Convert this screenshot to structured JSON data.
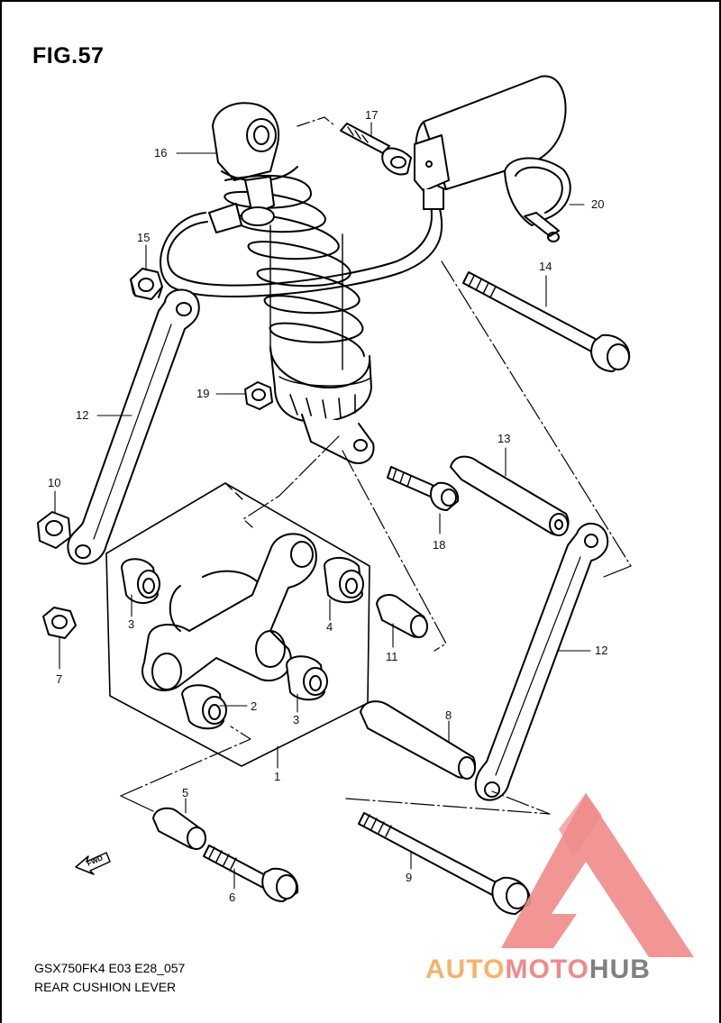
{
  "figure": {
    "title": "FIG.57",
    "model_code": "GSX750FK4 E03 E28_057",
    "caption": "REAR CUSHION LEVER",
    "fwd_label": "FWD"
  },
  "watermark": {
    "brand": "AUTOMOTOHUB",
    "colors": {
      "triangle": "#f08a8a",
      "auto": "#f7b26a",
      "moto": "#f08a8a",
      "hub": "#808080"
    }
  },
  "callouts": [
    {
      "id": "c1",
      "label": "1",
      "part": "cushion-lever"
    },
    {
      "id": "c2",
      "label": "2",
      "part": "bushing"
    },
    {
      "id": "c3a",
      "label": "3",
      "part": "bushing"
    },
    {
      "id": "c3b",
      "label": "3",
      "part": "bushing"
    },
    {
      "id": "c4",
      "label": "4",
      "part": "bushing"
    },
    {
      "id": "c5",
      "label": "5",
      "part": "spacer"
    },
    {
      "id": "c6",
      "label": "6",
      "part": "bolt"
    },
    {
      "id": "c7",
      "label": "7",
      "part": "nut"
    },
    {
      "id": "c8",
      "label": "8",
      "part": "spacer"
    },
    {
      "id": "c9",
      "label": "9",
      "part": "bolt"
    },
    {
      "id": "c10",
      "label": "10",
      "part": "nut"
    },
    {
      "id": "c11",
      "label": "11",
      "part": "spacer"
    },
    {
      "id": "c12a",
      "label": "12",
      "part": "rod"
    },
    {
      "id": "c12b",
      "label": "12",
      "part": "rod"
    },
    {
      "id": "c13",
      "label": "13",
      "part": "spacer"
    },
    {
      "id": "c14",
      "label": "14",
      "part": "bolt"
    },
    {
      "id": "c15",
      "label": "15",
      "part": "nut"
    },
    {
      "id": "c16",
      "label": "16",
      "part": "shock-absorber"
    },
    {
      "id": "c17",
      "label": "17",
      "part": "bolt"
    },
    {
      "id": "c18",
      "label": "18",
      "part": "bolt"
    },
    {
      "id": "c19",
      "label": "19",
      "part": "nut"
    },
    {
      "id": "c20",
      "label": "20",
      "part": "clamp"
    }
  ]
}
